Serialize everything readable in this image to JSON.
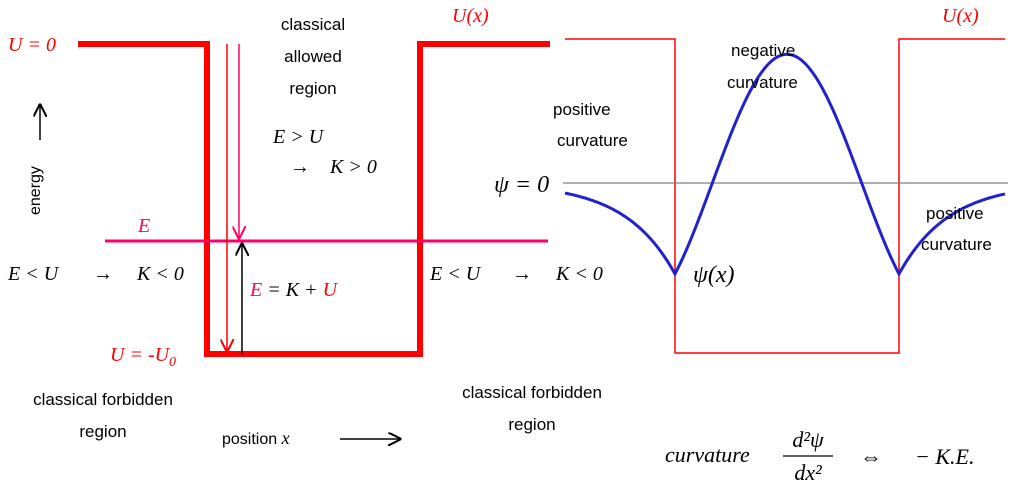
{
  "colors": {
    "potential": "#ff0000",
    "energy_line": "#ff0066",
    "wave": "#2222cc",
    "axis": "#808080",
    "text": "#000000"
  },
  "well": {
    "u_zero_label": "U = 0",
    "u_x_label": "U(x)",
    "u_min_prefix": "U = -U",
    "u_min_subscript": "0",
    "energy_label": "E",
    "energy_axis_label": "energy",
    "allowed_region_lines": [
      "classical",
      "allowed",
      "region"
    ],
    "inside_condition_1": "E > U",
    "inside_condition_2": "K > 0",
    "outside_condition_left_1": "E < U",
    "outside_condition_left_2": "K < 0",
    "outside_condition_right_1": "E < U",
    "outside_condition_right_2": "K < 0",
    "eq_e": "E",
    "eq_mid": " = K + ",
    "eq_u": "U",
    "forbidden_left_lines": [
      "classical forbidden",
      "region"
    ],
    "forbidden_right_lines": [
      "classical forbidden",
      "region"
    ],
    "position_label": "position",
    "position_var": "x"
  },
  "wave": {
    "u_x_label": "U(x)",
    "psi_zero_label": "ψ = 0",
    "psi_label": "ψ(x)",
    "positive_curvature_left_lines": [
      "positive",
      "curvature"
    ],
    "negative_curvature_lines": [
      "negative",
      "curvature"
    ],
    "positive_curvature_right_lines": [
      "positive",
      "curvature"
    ]
  },
  "formula": {
    "curvature_word": "curvature",
    "numerator": "d²ψ",
    "denominator": "dx²",
    "equiv": "⇔",
    "rhs": "− K.E."
  }
}
